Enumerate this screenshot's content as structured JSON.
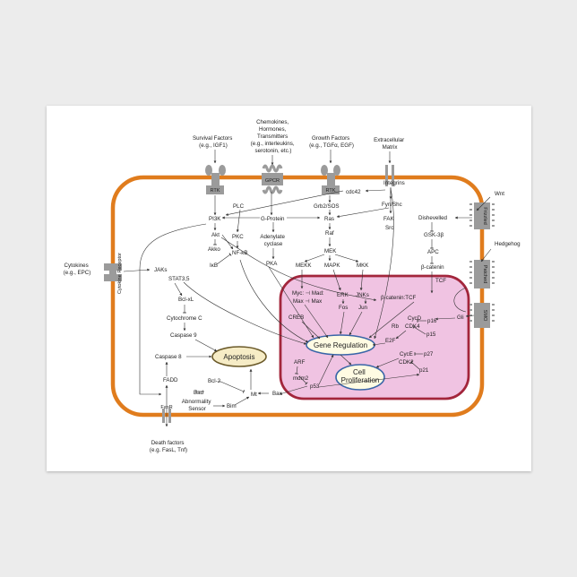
{
  "colors": {
    "membrane": "#e07c1d",
    "nucleus_fill": "#f0c3e2",
    "nucleus_border": "#a3263c",
    "receptor": "#9b9b9b",
    "oval_fill": "#fffbe3",
    "oval_border": "#3a66a8",
    "apoptosis_fill": "#f6ecc6",
    "apoptosis_border": "#6b5a2a"
  },
  "external": {
    "survival": [
      "Survival Factors",
      "(e.g., IGF1)"
    ],
    "chemokines": [
      "Chemokines,",
      "Hormones,",
      "Transmitters",
      "(e.g., interleukins,",
      "serotonin, etc.)"
    ],
    "growth": [
      "Growth Factors",
      "(e.g., TGFα, EGF)"
    ],
    "ecm": [
      "Extracellular",
      "Matrix"
    ],
    "wnt": "Wnt",
    "hedgehog": "Hedgehog",
    "cytokines": [
      "Cytokines",
      "(e.g., EPC)"
    ],
    "death": [
      "Death factors",
      "(e.g. FasL, Tnf)"
    ]
  },
  "receptors": {
    "rtk1": "RTK",
    "gpcr": "GPCR",
    "rtk2": "RTK",
    "integrins": "Integrins",
    "frizzled": "Frizzled",
    "patched": "Patched",
    "smo": "SMO",
    "cytokine_receptor": "Cytokine Receptor",
    "fasr": "FasR"
  },
  "molecules": {
    "cdc42": "cdc42",
    "fyn_shc": "Fyn/Shc",
    "grb2_sos": "Grb2/SOS",
    "plc": "PLC",
    "g_protein": "G-Protein",
    "ras": "Ras",
    "fak": "FAK",
    "src": "Src",
    "pi3k": "PI3K",
    "akt": "Akt",
    "akko": "Akko",
    "pkc": "PKC",
    "ikb": "IκB",
    "nfkb": "NF-κB",
    "adenylate_cyclase": [
      "Adenylate",
      "cyclase"
    ],
    "pka": "PKA",
    "raf": "Raf",
    "mek": "MEK",
    "mekk": "MEKK",
    "mapk": "MAPK",
    "mkk": "MKK",
    "dishevelled": "Dishevelled",
    "gsk3b": "GSK-3β",
    "apc": "APC",
    "bcatenin": "β-catenin",
    "tcf": "TCF",
    "jaks": "JAKs",
    "stat35": "STAT3,5",
    "bclxl": "Bcl-xL",
    "cytc": "Cytochrome C",
    "casp9": "Caspase 9",
    "casp8": "Caspase 8",
    "fadd": "FADD",
    "bad": "Bad",
    "bcl2": "Bcl-2",
    "abnormality": [
      "Abnormality",
      "Sensor"
    ],
    "bim": "Bim",
    "mt": "Mt",
    "bax": "Bax"
  },
  "nucleus": {
    "myc_mad": "Myc: ⊣ Mad:",
    "max_max": "Max ⊣ Max",
    "erk": "ERK",
    "jnks": "JNKs",
    "fos": "Fos",
    "jun": "Jun",
    "bcat_tcf": "β-catenin:TCF",
    "creb": "CREB",
    "cycd": "CycD",
    "cdk4": "CDK4",
    "rb": "Rb",
    "p16": "p16",
    "p15": "p15",
    "e2f": "E2F",
    "gli": "Gli",
    "cyce": "CycE",
    "cdk2": "CDK2",
    "p27": "p27",
    "p21": "p21",
    "arf": "ARF",
    "mdm2": "mdm2",
    "p53": "p53",
    "gene_regulation": "Gene Regulation",
    "cell_proliferation": [
      "Cell",
      "Proliferation"
    ]
  },
  "apoptosis": "Apoptosis"
}
